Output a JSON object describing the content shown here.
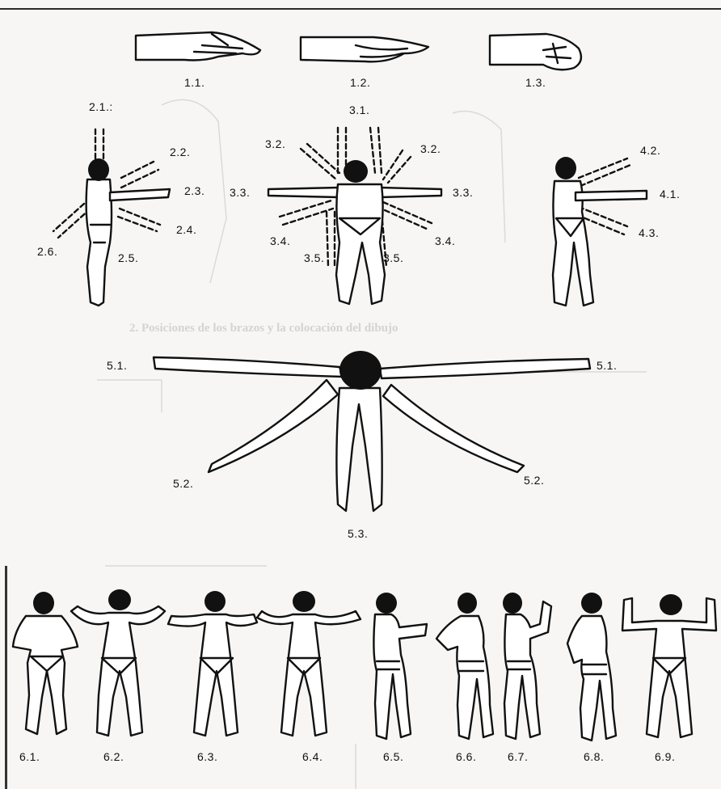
{
  "labels": {
    "l1_1": "1.1.",
    "l1_2": "1.2.",
    "l1_3": "1.3.",
    "l2_1": "2.1.:",
    "l2_2": "2.2.",
    "l2_3": "2.3.",
    "l2_4": "2.4.",
    "l2_5": "2.5.",
    "l2_6": "2.6.",
    "l3_1": "3.1.",
    "l3_2": "3.2.",
    "l3_3": "3.3.",
    "l3_4": "3.4.",
    "l3_5": "3.5.",
    "l4_1": "4.1.",
    "l4_2": "4.2.",
    "l4_3": "4.3.",
    "l5_1": "5.1.",
    "l5_2": "5.2.",
    "l5_3": "5.3.",
    "l6_1": "6.1.",
    "l6_2": "6.2.",
    "l6_3": "6.3.",
    "l6_4": "6.4.",
    "l6_5": "6.5.",
    "l6_6": "6.6.",
    "l6_7": "6.7.",
    "l6_8": "6.8.",
    "l6_9": "6.9."
  },
  "bleed_text": {
    "line1": "2. Posiciones de los brazos y la colocación del dibujo"
  }
}
